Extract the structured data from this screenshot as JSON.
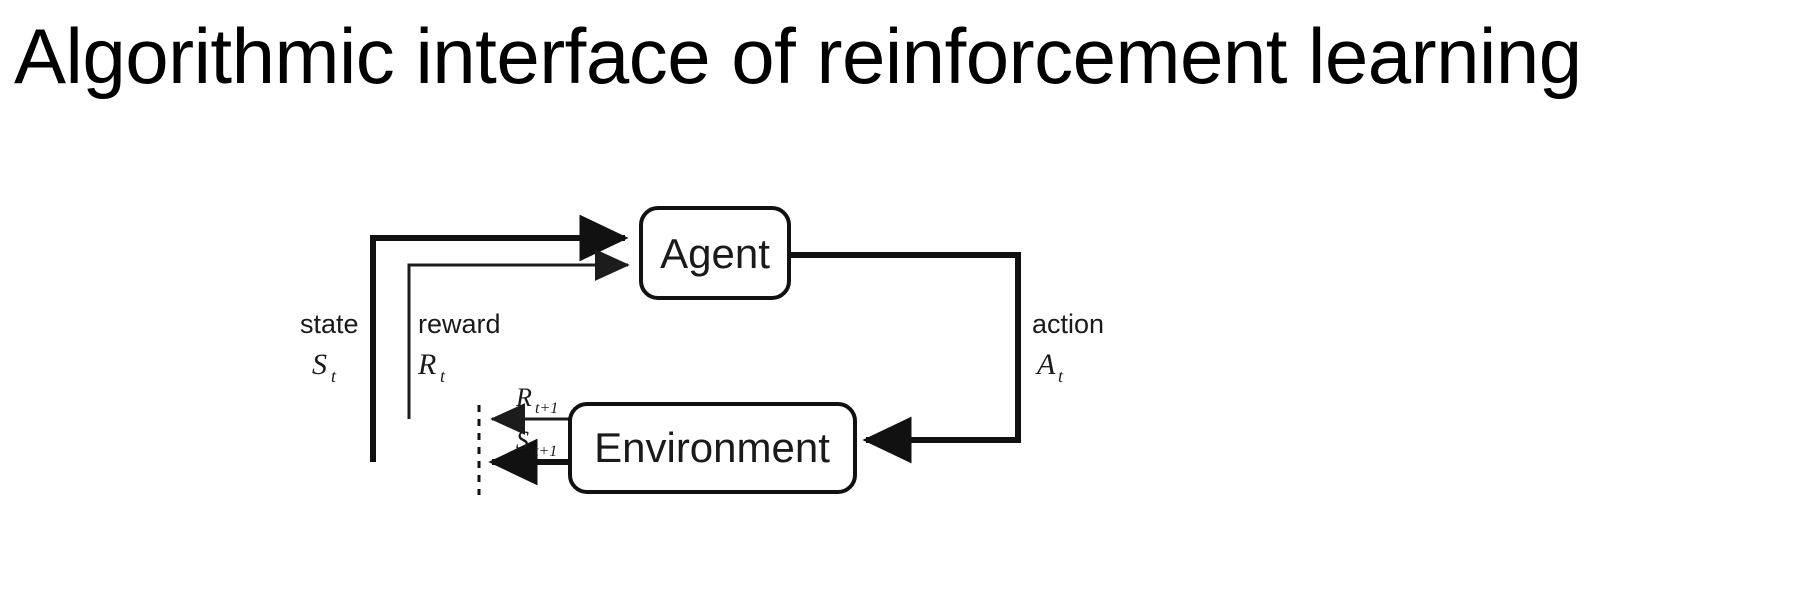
{
  "slide": {
    "title": "Algorithmic interface of reinforcement learning"
  },
  "diagram": {
    "name": "agent-environment-interaction-loop",
    "nodes": [
      {
        "id": "agent",
        "label": "Agent"
      },
      {
        "id": "environment",
        "label": "Environment"
      }
    ],
    "edges": [
      {
        "id": "state-to-agent",
        "word": "state",
        "symbol": "S",
        "subscript": "t",
        "from": "environment",
        "to": "agent",
        "weight": "thick"
      },
      {
        "id": "reward-to-agent",
        "word": "reward",
        "symbol": "R",
        "subscript": "t",
        "from": "environment",
        "to": "agent",
        "weight": "thin"
      },
      {
        "id": "action-to-environment",
        "word": "action",
        "symbol": "A",
        "subscript": "t",
        "from": "agent",
        "to": "environment",
        "weight": "thick"
      },
      {
        "id": "next-reward",
        "word": "",
        "symbol": "R",
        "subscript": "t+1",
        "from": "environment",
        "to": "time-divider",
        "weight": "thin"
      },
      {
        "id": "next-state",
        "word": "",
        "symbol": "S",
        "subscript": "t+1",
        "from": "environment",
        "to": "time-divider",
        "weight": "thick"
      }
    ],
    "divider": {
      "id": "time-step-divider",
      "style": "dashed"
    },
    "colors": {
      "stroke": "#111111",
      "box_fill": "#ffffff",
      "text": "#1a1a1a",
      "background": "#ffffff"
    }
  }
}
